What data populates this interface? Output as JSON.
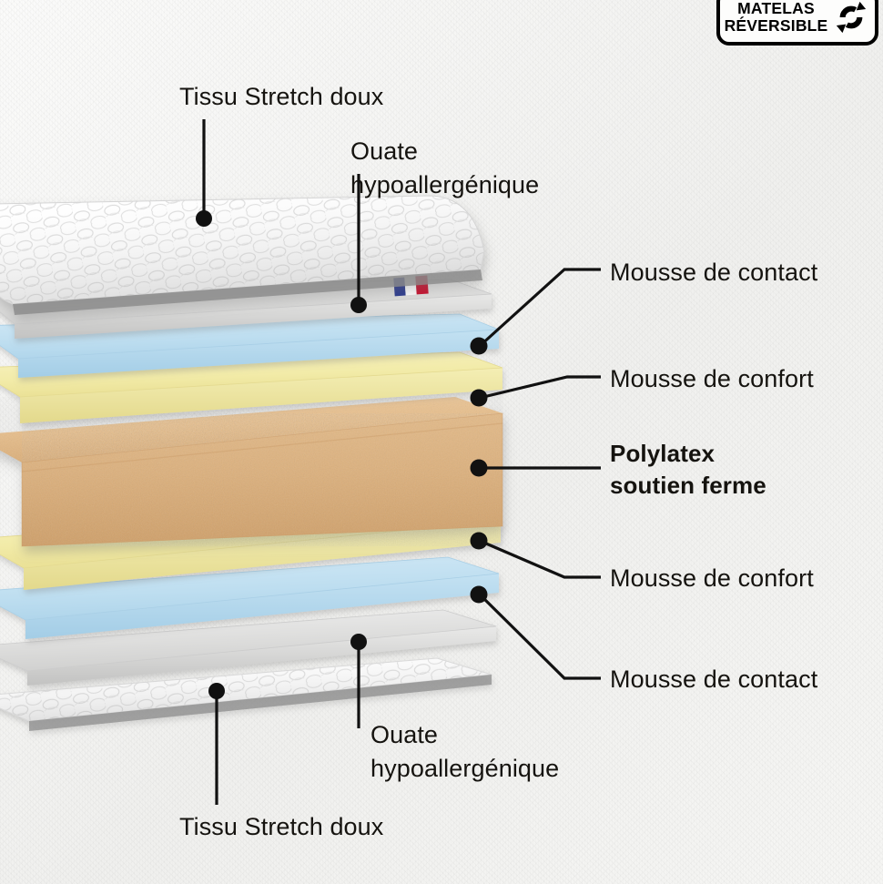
{
  "badge": {
    "text": "MATELAS\nRÉVERSIBLE",
    "icon": "rotate-arrows-icon"
  },
  "labels": {
    "top_fabric": "Tissu Stretch doux",
    "top_wadding": "Ouate\nhypoallergénique",
    "contact_foam_top": "Mousse de contact",
    "comfort_foam_top": "Mousse de confort",
    "core": "Polylatex\nsoutien ferme",
    "comfort_foam_bottom": "Mousse de confort",
    "contact_foam_bottom": "Mousse de contact",
    "bottom_wadding": "Ouate\nhypoallergénique",
    "bottom_fabric": "Tissu Stretch doux"
  },
  "colors": {
    "background": "#f4f4f2",
    "quilted_fabric": "#ffffff",
    "wadding_grey": "#d9d9d9",
    "contact_foam_blue": "#bedef0",
    "comfort_foam_yellow": "#f2eba8",
    "polylatex_tan": "#e6bd8a",
    "leader_line": "#111111",
    "flag_blue": "#2b3a8f",
    "flag_white": "#ffffff",
    "flag_red": "#c8102e"
  },
  "illustration": {
    "name": "exploded-mattress-layers",
    "layer_order": [
      "Tissu Stretch doux",
      "Ouate hypoallergénique",
      "Mousse de contact",
      "Mousse de confort",
      "Polylatex soutien ferme",
      "Mousse de confort",
      "Mousse de contact",
      "Ouate hypoallergénique",
      "Tissu Stretch doux"
    ],
    "flag_tag": "french-flag-tag"
  }
}
